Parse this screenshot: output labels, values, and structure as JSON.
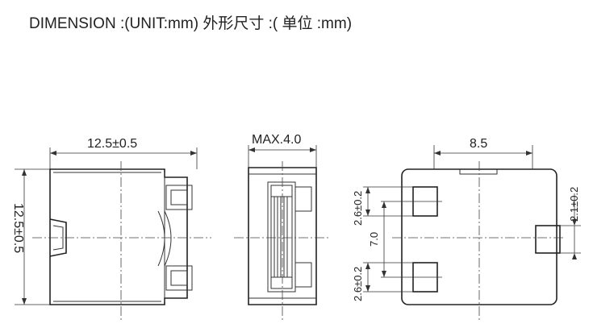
{
  "header": {
    "text": "DIMENSION :(UNIT:mm)   外形尺寸 :( 单位 :mm)"
  },
  "front_view": {
    "width_label": "12.5±0.5",
    "height_label": "12.5±0.5"
  },
  "side_view": {
    "thickness_label": "MAX.4.0"
  },
  "pad_view": {
    "width_label": "8.5",
    "pad_top_label": "2.6±0.2",
    "pad_spacing_label": "7.0",
    "pad_bottom_label": "2.6±0.2",
    "side_pad_label": "2.1±0.2"
  }
}
